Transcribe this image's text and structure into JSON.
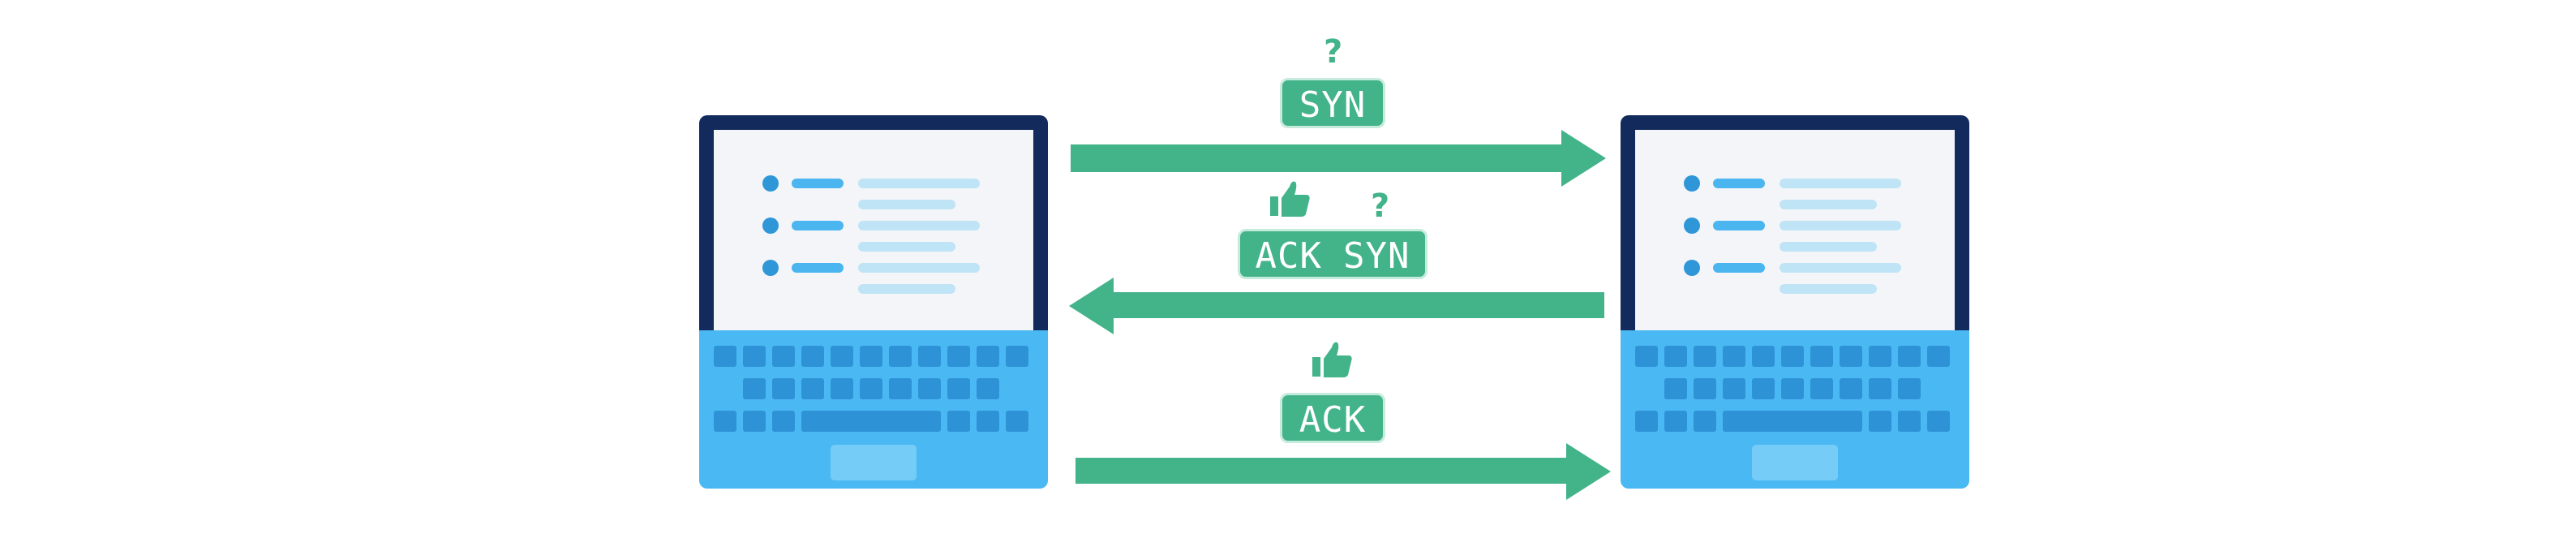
{
  "messages": [
    {
      "label": "SYN",
      "direction": "client-to-server",
      "icons": [
        "question-mark"
      ]
    },
    {
      "label_parts": [
        "ACK",
        "SYN"
      ],
      "direction": "server-to-client",
      "icons": [
        "thumbs-up",
        "question-mark"
      ]
    },
    {
      "label": "ACK",
      "direction": "client-to-server",
      "icons": [
        "thumbs-up"
      ]
    }
  ],
  "glyphs": {
    "question": "?"
  },
  "colors": {
    "accent_green": "#43b38a",
    "laptop_frame": "#132a5c",
    "laptop_body": "#4ab8f2",
    "key": "#2e93d6"
  }
}
